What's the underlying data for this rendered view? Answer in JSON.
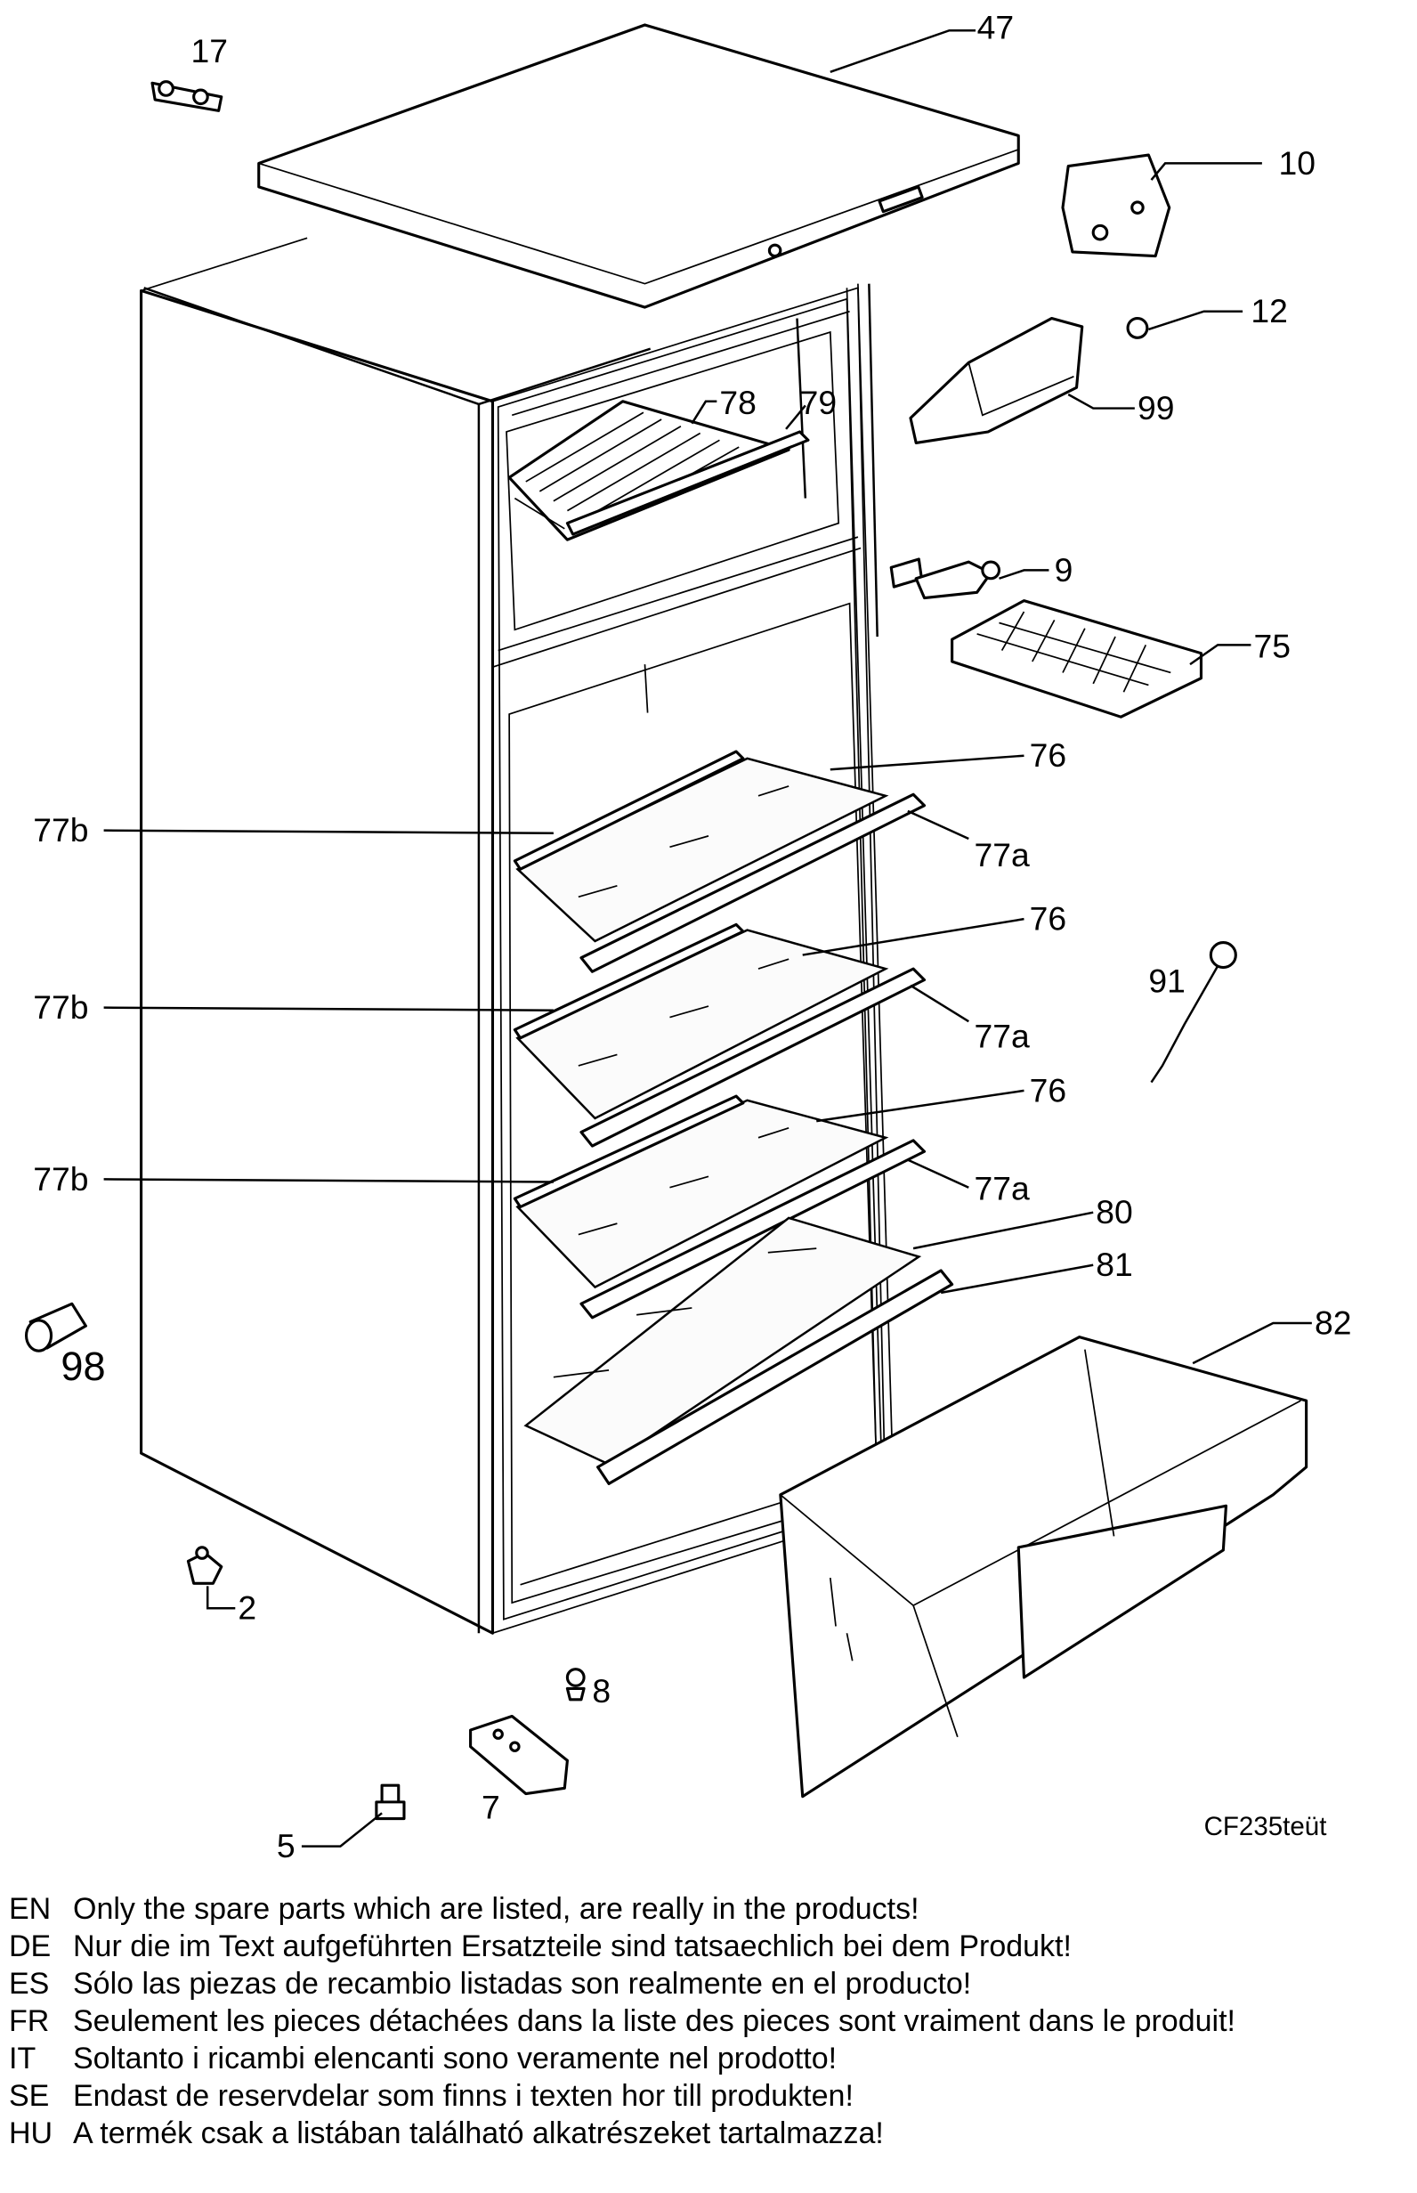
{
  "callouts": {
    "c17": "17",
    "c47": "47",
    "c10": "10",
    "c12": "12",
    "c99": "99",
    "c78": "78",
    "c79": "79",
    "c9": "9",
    "c75": "75",
    "c76a": "76",
    "c77a_1": "77a",
    "c77b_1": "77b",
    "c76b": "76",
    "c77a_2": "77a",
    "c77b_2": "77b",
    "c76c": "76",
    "c77a_3": "77a",
    "c77b_3": "77b",
    "c91": "91",
    "c80": "80",
    "c81": "81",
    "c82": "82",
    "c98": "98",
    "c2": "2",
    "c8": "8",
    "c7": "7",
    "c5": "5"
  },
  "drawing_code": "CF235teüt",
  "notes": [
    {
      "lang": "EN",
      "text": "Only the spare parts which are listed, are really in the products!"
    },
    {
      "lang": "DE",
      "text": "Nur die im Text aufgeführten Ersatzteile sind tatsaechlich bei dem Produkt!"
    },
    {
      "lang": "ES",
      "text": "Sólo las piezas de recambio  listadas son realmente en el producto!"
    },
    {
      "lang": "FR",
      "text": "Seulement les pieces détachées dans la liste des pieces sont vraiment dans le produit!"
    },
    {
      "lang": "IT",
      "text": "Soltanto i ricambi elencanti sono veramente nel prodotto!"
    },
    {
      "lang": "SE",
      "text": "Endast de reservdelar som finns i texten hor till produkten!"
    },
    {
      "lang": "HU",
      "text": "A termék csak a listában található alkatrészeket tartalmazza!"
    }
  ]
}
